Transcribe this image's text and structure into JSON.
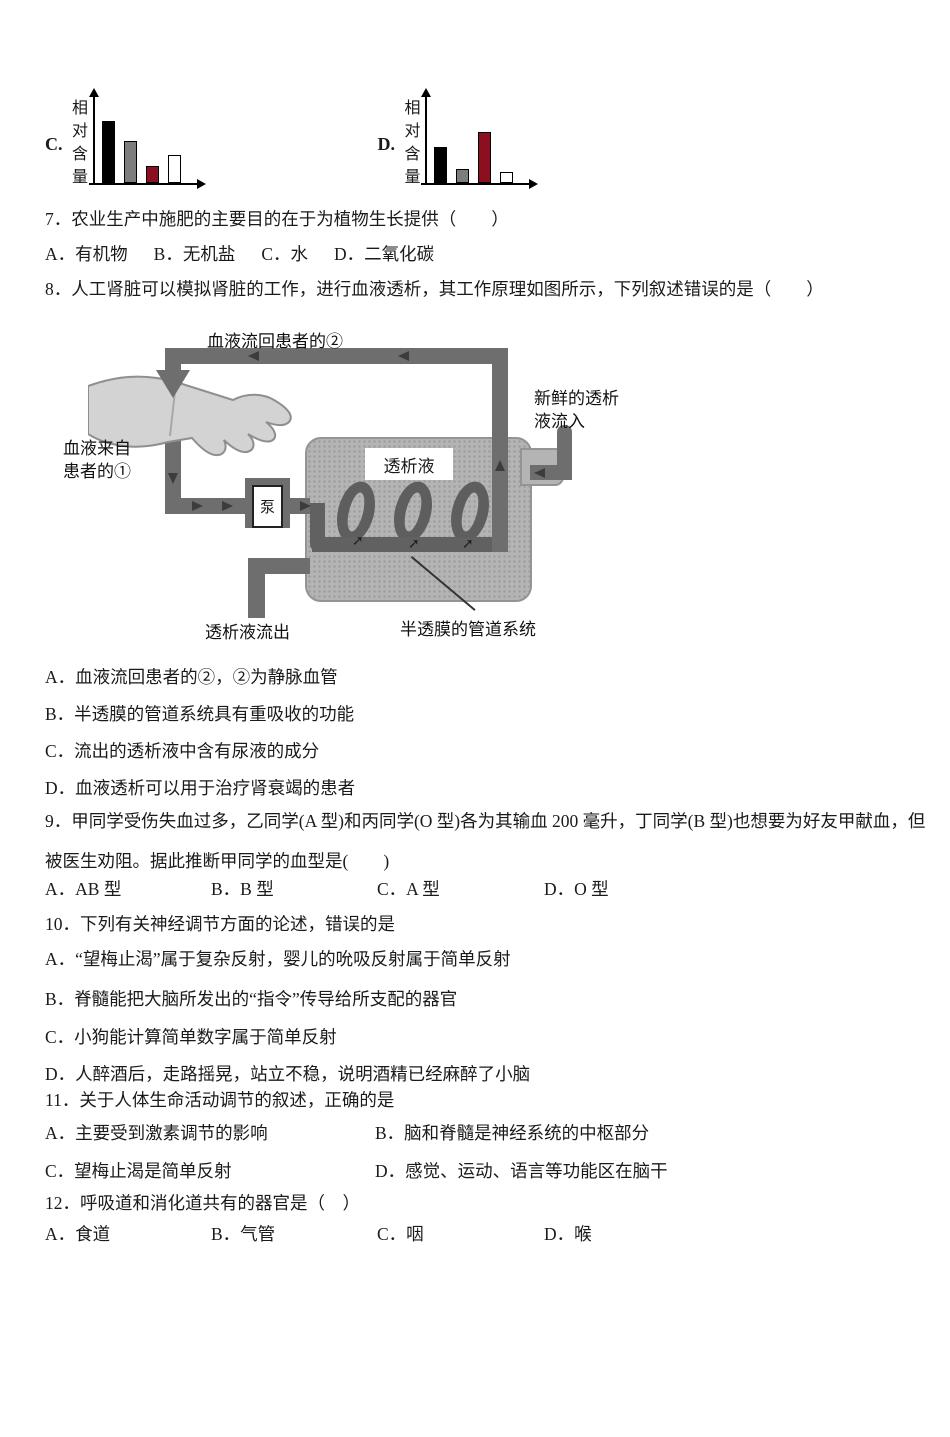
{
  "chart_data": [
    {
      "type": "bar",
      "option_label": "C.",
      "ylabel": "相对含量",
      "xlabel": "",
      "categories": [
        "黑",
        "灰",
        "深红",
        "白"
      ],
      "values": [
        95,
        65,
        26,
        43
      ],
      "colors": [
        "#000000",
        "#7d7d7d",
        "#8b0f1e",
        "#ffffff"
      ],
      "ylim": [
        0,
        100
      ],
      "grid": false,
      "legend": "none"
    },
    {
      "type": "bar",
      "option_label": "D.",
      "ylabel": "相对含量",
      "xlabel": "",
      "categories": [
        "黑",
        "灰",
        "深红",
        "白"
      ],
      "values": [
        55,
        22,
        78,
        17
      ],
      "colors": [
        "#000000",
        "#7d7d7d",
        "#8b0f1e",
        "#ffffff"
      ],
      "ylim": [
        0,
        100
      ],
      "grid": false,
      "legend": "none"
    }
  ],
  "questions": {
    "q7": {
      "stem": "7．农业生产中施肥的主要目的在于为植物生长提供（　　）",
      "options": [
        "A．有机物",
        "B．无机盐",
        "C．水",
        "D．二氧化碳"
      ]
    },
    "q8": {
      "stem": "8．人工肾脏可以模拟肾脏的工作，进行血液透析，其工作原理如图所示，下列叙述错误的是（　　）",
      "options": [
        "A．血液流回患者的②，②为静脉血管",
        "B．半透膜的管道系统具有重吸收的功能",
        "C．流出的透析液中含有尿液的成分",
        "D．血液透析可以用于治疗肾衰竭的患者"
      ]
    },
    "q9": {
      "stem_line1": "9．甲同学受伤失血过多，乙同学(A 型)和丙同学(O 型)各为其输血 200 毫升，丁同学(B 型)也想要为好友甲献血，但",
      "stem_line2": "被医生劝阻。据此推断甲同学的血型是(　　)",
      "options": [
        "A．AB 型",
        "B．B 型",
        "C．A 型",
        "D．O 型"
      ]
    },
    "q10": {
      "stem": "10．下列有关神经调节方面的论述，错误的是",
      "options": [
        "A．“望梅止渴”属于复杂反射，婴儿的吮吸反射属于简单反射",
        "B．脊髓能把大脑所发出的“指令”传导给所支配的器官",
        "C．小狗能计算简单数字属于简单反射",
        "D．人醉酒后，走路摇晃，站立不稳，说明酒精已经麻醉了小脑"
      ]
    },
    "q11": {
      "stem": "11．关于人体生命活动调节的叙述，正确的是",
      "options": [
        "A．主要受到激素调节的影响",
        "B．脑和脊髓是神经系统的中枢部分",
        "C．望梅止渴是简单反射",
        "D．感觉、运动、语言等功能区在脑干"
      ]
    },
    "q12": {
      "stem": "12．呼吸道和消化道共有的器官是（　）",
      "options": [
        "A．食道",
        "B．气管",
        "C．咽",
        "D．喉"
      ]
    }
  },
  "diagram": {
    "labels": {
      "blood_return": "血液流回患者的②",
      "blood_from_line1": "血液来自",
      "blood_from_line2": "患者的①",
      "fresh_in_line1": "新鲜的透析",
      "fresh_in_line2": "液流入",
      "dialysate": "透析液",
      "pump": "泵",
      "dialysate_out": "透析液流出",
      "membrane": "半透膜的管道系统"
    }
  }
}
